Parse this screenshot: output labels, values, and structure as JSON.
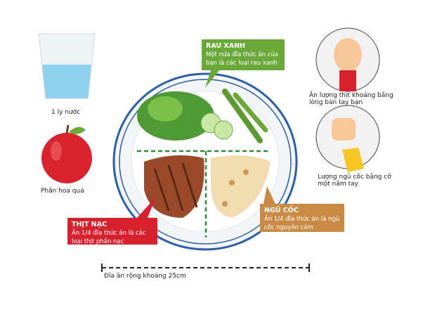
{
  "left": {
    "water_label": "1 ly nước",
    "fruit_label": "Phần hoa quả"
  },
  "right": {
    "palm_label": "Ăn lượng thịt khoảng bằng lòng bàn tay bạn",
    "fist_label": "Lượng ngũ cốc bằng cỡ một nắm tay"
  },
  "callouts": {
    "vegetables": {
      "title": "RAU XANH",
      "text": "Một nửa đĩa thức ăn của bạn là các loại rau xanh",
      "color": "#6aa83a"
    },
    "meat": {
      "title": "THỊT NẠC",
      "text": "Ăn 1/4 đĩa thức ăn là các loại thịt phần nạc",
      "color": "#d6212e"
    },
    "grains": {
      "title": "NGŨ CỐC",
      "text": "Ăn 1/4 đĩa thức ăn là ngũ cốc nguyên cám",
      "color": "#c88a45"
    }
  },
  "plate_size_label": "Đĩa ăn rộng khoảng 25cm"
}
